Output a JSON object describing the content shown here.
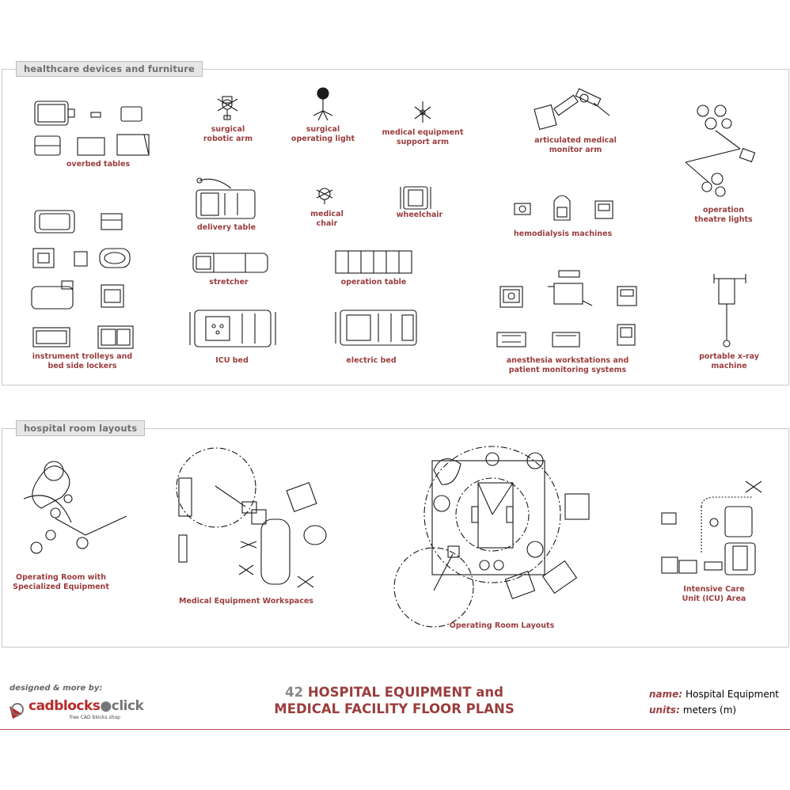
{
  "sections": [
    {
      "heading": "healthcare devices and furniture"
    },
    {
      "heading": "hospital room layouts"
    }
  ],
  "device_labels": {
    "overbed_tables": "overbed tables",
    "surgical_robotic_arm": "surgical\nrobotic arm",
    "surgical_operating_light": "surgical\noperating light",
    "medical_equipment_support_arm": "medical equipment\nsupport arm",
    "articulated_medical_monitor_arm": "articulated medical\nmonitor arm",
    "operation_theatre_lights": "operation theatre lights",
    "delivery_table": "delivery table",
    "medical_chair": "medical\nchair",
    "wheelchair": "wheelchair",
    "hemodialysis_machines": "hemodialysis machines",
    "stretcher": "stretcher",
    "operation_table": "operation table",
    "instrument_trolleys": "instrument trolleys and\nbed side lockers",
    "icu_bed": "ICU bed",
    "electric_bed": "electric bed",
    "anesthesia_workstations": "anesthesia workstations and\npatient monitoring systems",
    "portable_xray": "portable x-ray\nmachine"
  },
  "layout_labels": {
    "operating_room_specialized": "Operating Room with\nSpecialized Equipment",
    "medical_equipment_workspaces": "Medical Equipment Workspaces",
    "operating_room_layouts": "Operating Room Layouts",
    "icu_area": "Intensive Care Unit (ICU) Area"
  },
  "footer": {
    "designed_by": "designed & more by:",
    "logo_part1": "cadblocks",
    "logo_part2": "click",
    "logo_tagline": "free CAD blocks shop",
    "title_number": "42",
    "title_line1": "HOSPITAL EQUIPMENT and",
    "title_line2": "MEDICAL FACILITY FLOOR PLANS",
    "name_key": "name:",
    "name_value": "Hospital Equipment",
    "units_key": "units:",
    "units_value": "meters (m)"
  },
  "colors": {
    "label": "#9a3d3d",
    "accent": "#b72b2b",
    "panel_border": "#c8c8c8",
    "tab_bg": "#e6e6e6",
    "drawing": "#1a1a1a"
  },
  "icons": [
    "cad-block-symbol",
    "cadblocks-logo-icon"
  ]
}
